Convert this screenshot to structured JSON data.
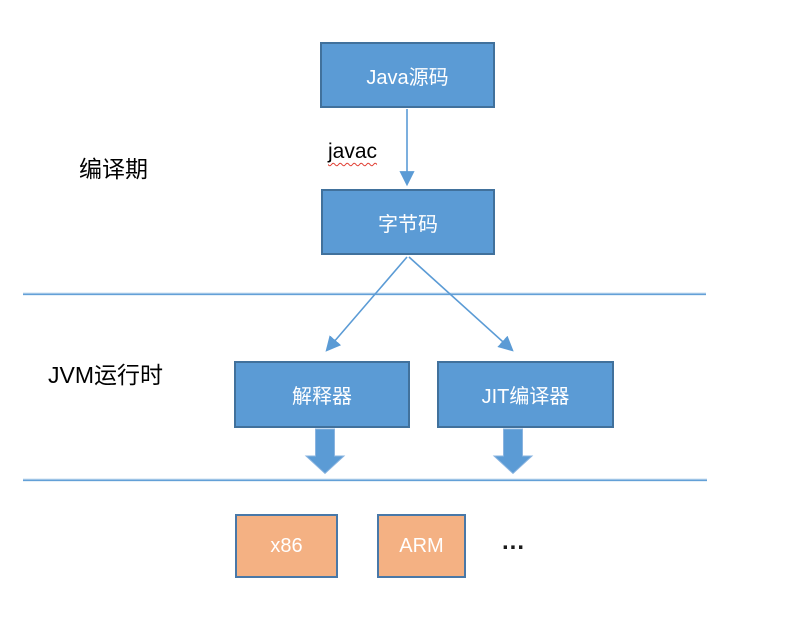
{
  "diagram": {
    "title_implied": "Java compile and JVM runtime flow",
    "stages": {
      "compile_label": "编译期",
      "runtime_label": "JVM运行时"
    },
    "nodes": {
      "java_source": "Java源码",
      "bytecode": "字节码",
      "interpreter": "解释器",
      "jit_compiler": "JIT编译器",
      "x86": "x86",
      "arm": "ARM",
      "ellipsis": "..."
    },
    "edge_labels": {
      "javac": "javac"
    },
    "colors": {
      "node_fill_blue": "#5b9bd5",
      "node_border_blue": "#41719c",
      "node_fill_orange": "#f4b183",
      "node_border_orange": "#4878a8",
      "connector_blue": "#5b9bd5",
      "divider_blue": "#7faedd",
      "node_text": "#ffffff",
      "label_text": "#000000",
      "spellcheck_underline": "#e03c31"
    }
  }
}
